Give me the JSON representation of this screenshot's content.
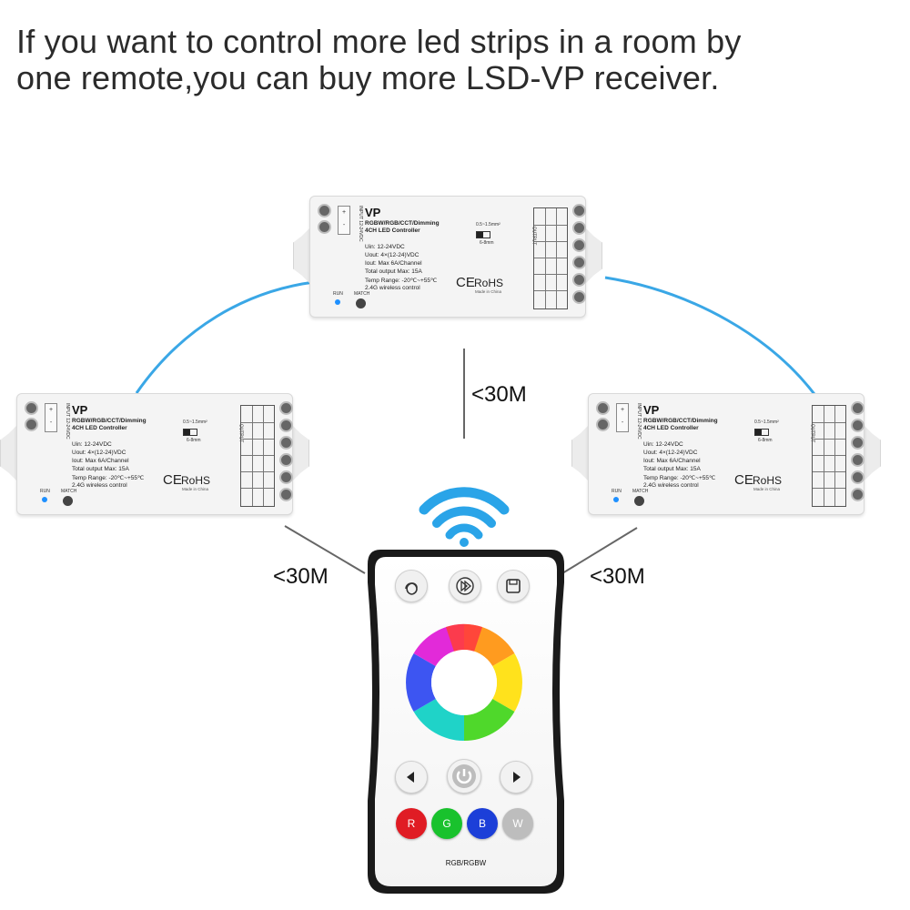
{
  "headline": {
    "line1": "If you want to control more led strips in a room by",
    "line2": "one remote,you can buy more LSD-VP receiver."
  },
  "distance_labels": {
    "vertical": "<30M",
    "left": "<30M",
    "right": "<30M"
  },
  "controller": {
    "name": "VP",
    "subtitle": "RGBW/RGB/CCT/Dimming",
    "subtitle2": "4CH LED Controller",
    "specs": [
      "Uin: 12-24VDC",
      "Uout: 4×(12-24)VDC",
      "Iout: Max 6A/Channel",
      "Total output Max: 15A",
      "Temp Range: -20℃~+55℃",
      "2.4G wireless control"
    ],
    "ce": "CE",
    "rohs": "RoHS",
    "made_in": "Made in China",
    "wire_gauge": "0.5~1.5mm²",
    "strip_length": "6-8mm",
    "output_label": "OUTPUT",
    "input_label": "INPUT 12-24VDC",
    "run_label": "RUN",
    "match_label": "MATCH",
    "plus_minus": [
      "+",
      "-"
    ]
  },
  "remote": {
    "model_label": "RGB/RGBW",
    "color_buttons": [
      {
        "label": "R",
        "color": "#e01c24"
      },
      {
        "label": "G",
        "color": "#19c22d"
      },
      {
        "label": "B",
        "color": "#1c3fd8"
      },
      {
        "label": "W",
        "color": "#bdbdbd"
      }
    ],
    "top_icons": [
      "refresh-icon",
      "play-icon",
      "save-icon"
    ]
  },
  "colors": {
    "wireless_line": "#3aa7e6",
    "remote_body": "#1a1a1a",
    "wifi": "#2aa4e8"
  }
}
